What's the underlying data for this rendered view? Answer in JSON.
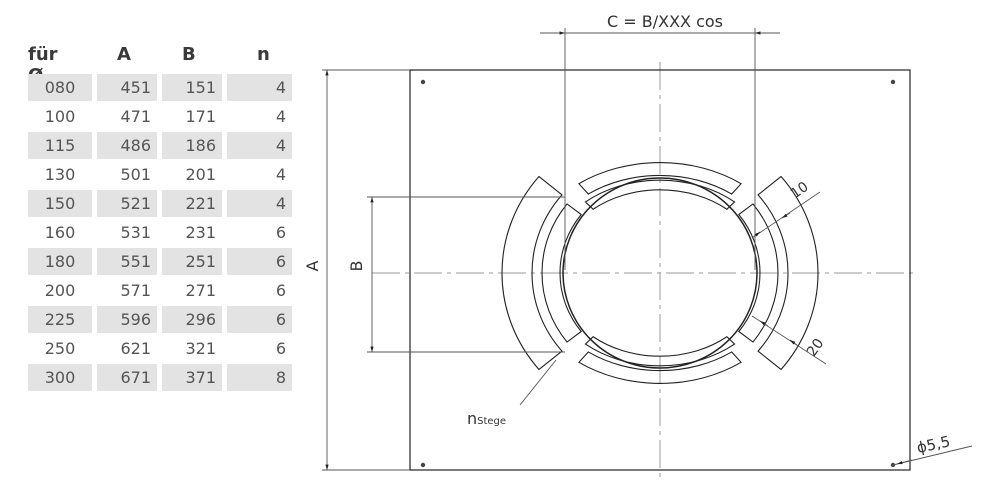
{
  "table": {
    "headers": [
      "für Ø",
      "A",
      "B",
      "n"
    ],
    "rows": [
      [
        "080",
        "451",
        "151",
        "4"
      ],
      [
        "100",
        "471",
        "171",
        "4"
      ],
      [
        "115",
        "486",
        "186",
        "4"
      ],
      [
        "130",
        "501",
        "201",
        "4"
      ],
      [
        "150",
        "521",
        "221",
        "4"
      ],
      [
        "160",
        "531",
        "231",
        "6"
      ],
      [
        "180",
        "551",
        "251",
        "6"
      ],
      [
        "200",
        "571",
        "271",
        "6"
      ],
      [
        "225",
        "596",
        "296",
        "6"
      ],
      [
        "250",
        "621",
        "321",
        "6"
      ],
      [
        "300",
        "671",
        "371",
        "8"
      ]
    ]
  },
  "drawing": {
    "dim_c": "C = B/XXX cos",
    "dim_a": "A",
    "dim_b": "B",
    "dim_10": "10",
    "dim_20": "20",
    "hole": "ϕ5,5",
    "n_label": "n",
    "n_sub": "Stege"
  }
}
